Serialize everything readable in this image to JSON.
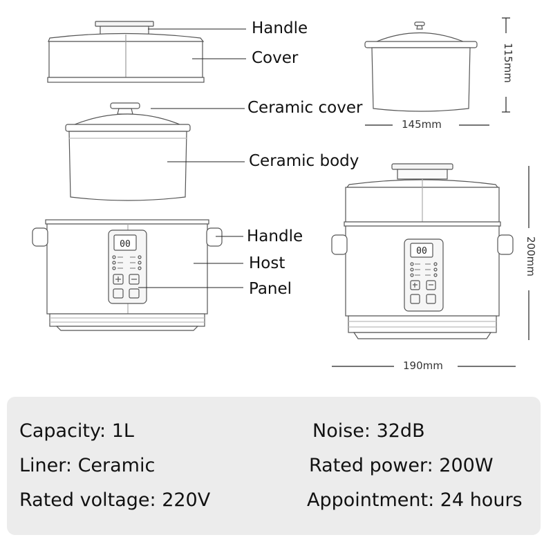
{
  "labels": {
    "handle_top": "Handle",
    "cover": "Cover",
    "ceramic_cover": "Ceramic cover",
    "ceramic_body": "Ceramic body",
    "handle_side": "Handle",
    "host": "Host",
    "panel": "Panel"
  },
  "dimensions": {
    "pot_height": "115mm",
    "pot_width": "145mm",
    "cooker_height": "200mm",
    "cooker_width": "190mm"
  },
  "panel_display": "00",
  "specs": {
    "capacity": "Capacity: 1L",
    "noise": "Noise: 32dB",
    "liner": "Liner: Ceramic",
    "power": "Rated power: 200W",
    "voltage": "Rated voltage: 220V",
    "appointment": "Appointment: 24 hours"
  }
}
